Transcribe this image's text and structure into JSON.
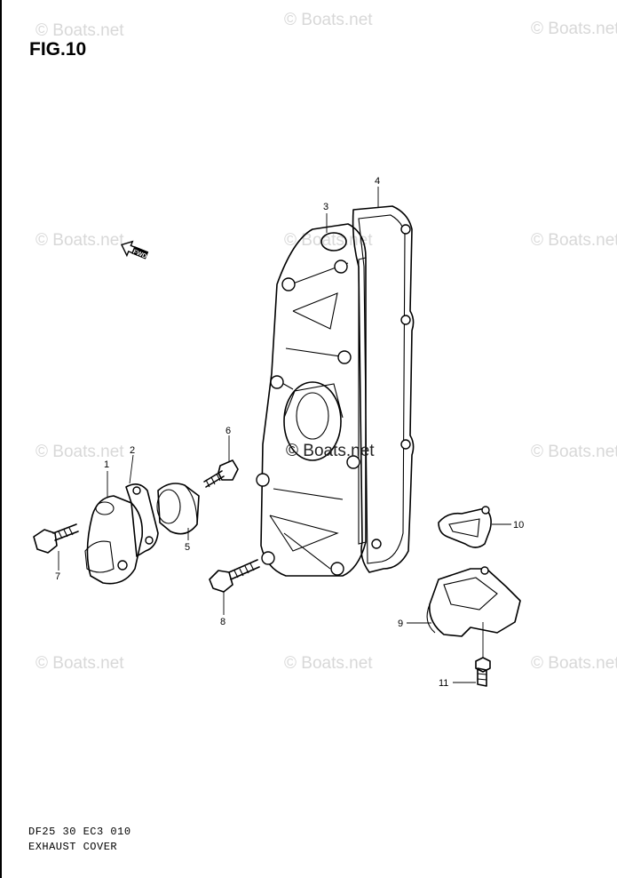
{
  "figure": {
    "title": "FIG.10",
    "code": "DF25 30 EC3 010",
    "name": "EXHAUST COVER"
  },
  "watermark": {
    "text": "© Boats.net",
    "center_text": "© Boats.net"
  },
  "fwd_label": "FWD",
  "callouts": [
    "1",
    "2",
    "3",
    "4",
    "5",
    "6",
    "7",
    "8",
    "9",
    "10",
    "11"
  ]
}
